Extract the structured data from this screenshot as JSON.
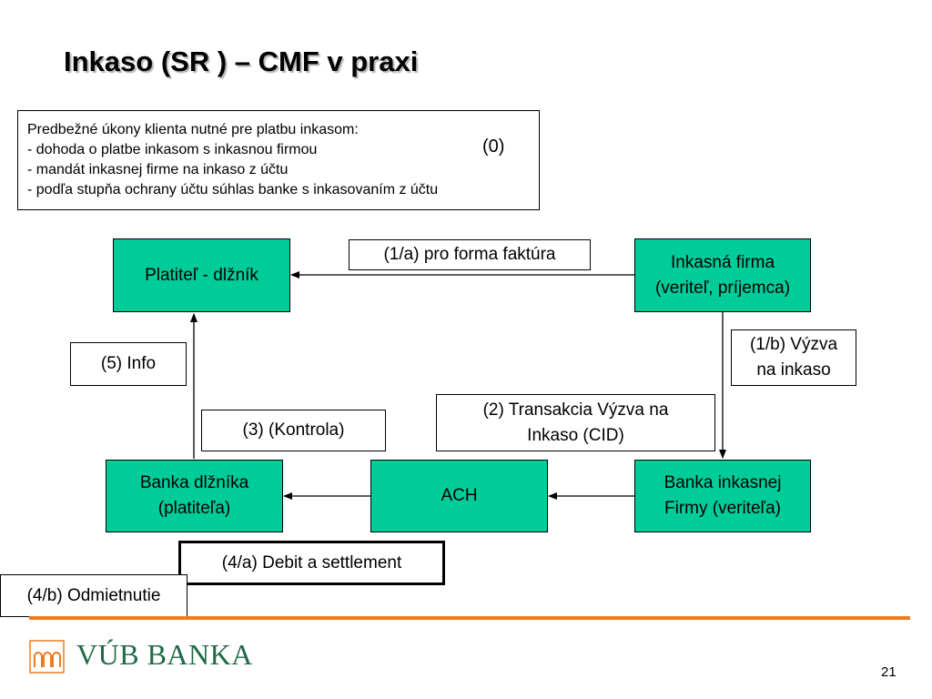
{
  "title": "Inkaso (SR ) – CMF v praxi",
  "note": {
    "lines": [
      "Predbežné úkony klienta nutné pre platbu inkasom:",
      "- dohoda o platbe inkasom s inkasnou firmou",
      "- mandát inkasnej firme na inkaso z účtu",
      "- podľa stupňa ochrany účtu súhlas banke s inkasovaním z účtu"
    ],
    "step": "(0)"
  },
  "nodes": {
    "payer": "Platiteľ - dlžník",
    "collector": "Inkasná firma\n(veriteľ, príjemca)",
    "payer_bank": "Banka dlžníka\n(platiteľa)",
    "ach": "ACH",
    "collector_bank": "Banka inkasnej\nFirmy (veriteľa)"
  },
  "labels": {
    "proforma": "(1/a) pro forma faktúra",
    "vyzva": "(1/b) Výzva\nna inkaso",
    "info": "(5) Info",
    "transakcia": "(2) Transakcia Výzva na\nInkaso (CID)",
    "kontrola": "(3) (Kontrola)",
    "debit": "(4/a)  Debit a settlement",
    "odmietnutie": "(4/b) Odmietnutie"
  },
  "colors": {
    "node_fill": "#00cc99",
    "rule": "#f07b1e",
    "brand": "#1f6b45"
  },
  "footer": {
    "brand": "VÚB BANKA",
    "logo_icon": "vub-arches-icon",
    "page_number": "21"
  }
}
